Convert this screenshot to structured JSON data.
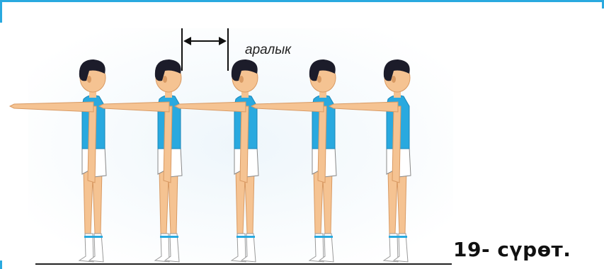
{
  "figure": {
    "spacing_label": "аралык",
    "caption": "19- сүрөт."
  },
  "colors": {
    "frame": "#29a9df",
    "shirt": "#29a9df",
    "shirt_dark": "#1a86b8",
    "skin": "#f5c392",
    "skin_shadow": "#d99a63",
    "hair": "#1c1c2a",
    "shorts": "#ffffff",
    "sock": "#ffffff",
    "sock_band": "#29a9df",
    "background_tint": "#eef6fb",
    "ground": "#222222"
  },
  "figures_count_label": "",
  "people": [
    {
      "role": "child-1"
    },
    {
      "role": "child-2"
    },
    {
      "role": "child-3"
    },
    {
      "role": "child-4"
    },
    {
      "role": "child-5"
    }
  ]
}
